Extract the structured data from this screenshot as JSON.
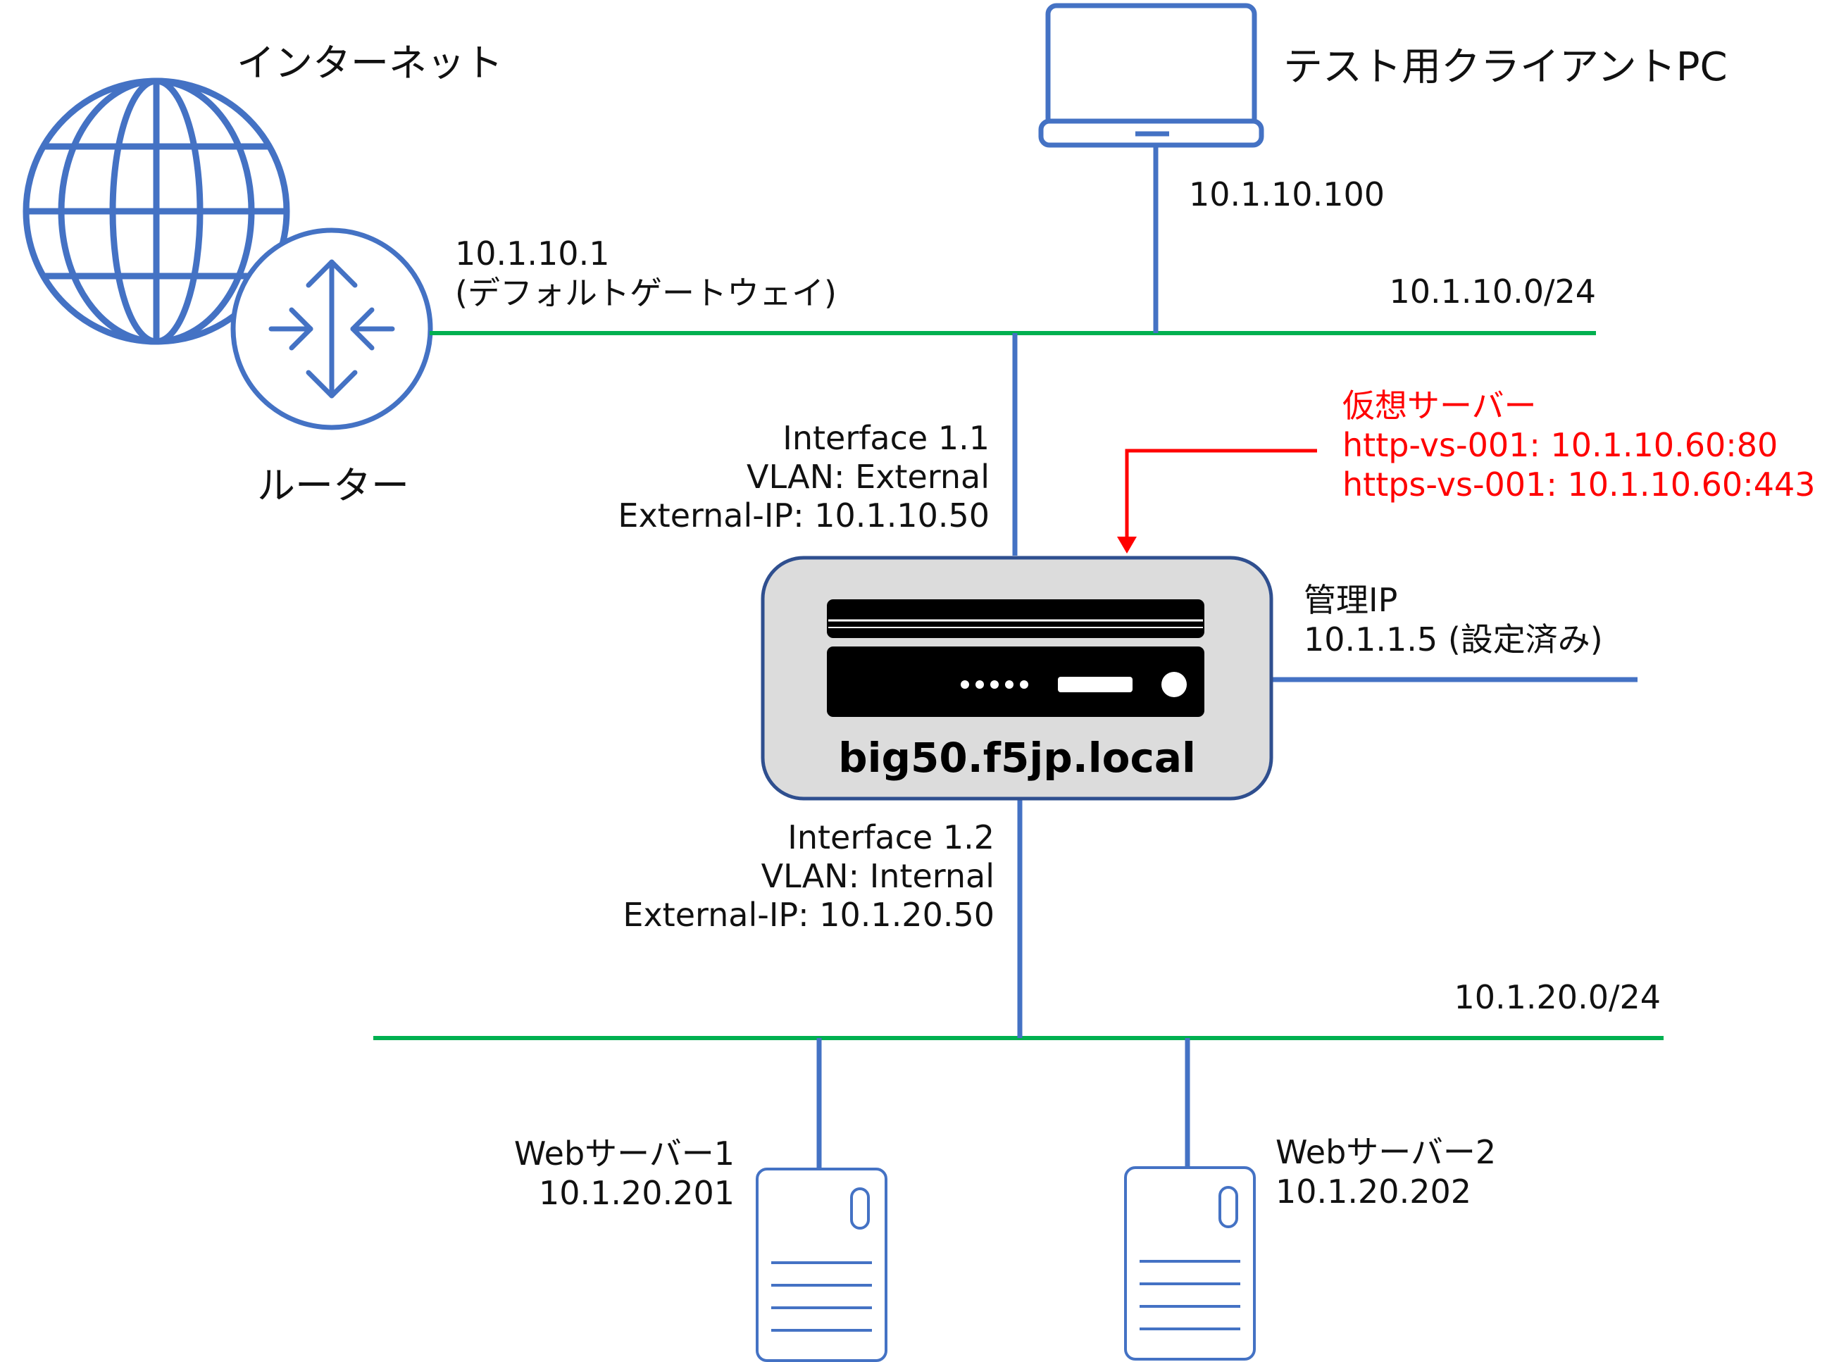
{
  "labels": {
    "internet": "インターネット",
    "router": "ルーター",
    "gateway_ip": "10.1.10.1",
    "gateway_desc": "(デフォルトゲートウェイ)",
    "client": "テスト用クライアントPC",
    "client_ip": "10.1.10.100",
    "subnet_ext": "10.1.10.0/24",
    "subnet_int": "10.1.20.0/24",
    "if11": "Interface 1.1",
    "vlan_ext": "VLAN: External",
    "ext_ip": "External-IP: 10.1.10.50",
    "vs_title": "仮想サーバー",
    "vs1": "http-vs-001: 10.1.10.60:80",
    "vs2": "https-vs-001: 10.1.10.60:443",
    "mgmt_title": "管理IP",
    "mgmt_ip": "10.1.1.5 (設定済み)",
    "device": "big50.f5jp.local",
    "if12": "Interface 1.2",
    "vlan_int": "VLAN: Internal",
    "int_ip": "External-IP: 10.1.20.50",
    "web1": "Webサーバー1",
    "web1_ip": "10.1.20.201",
    "web2": "Webサーバー2",
    "web2_ip": "10.1.20.202"
  },
  "icons": [
    "globe-icon",
    "router-icon",
    "laptop-icon",
    "appliance-icon",
    "server-icon"
  ],
  "colors": {
    "link_blue": "#4472c4",
    "segment_green": "#00b050",
    "virtual_server_red": "#ff0000",
    "device_box": "#dcdcdc"
  }
}
